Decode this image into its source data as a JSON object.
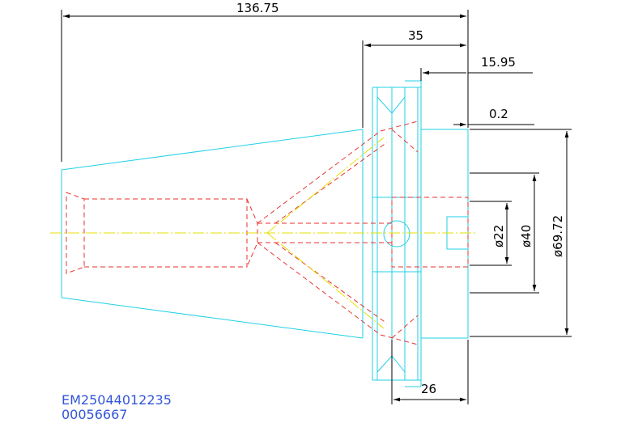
{
  "dimensions": {
    "overall_length": "136.75",
    "flange_width": "35",
    "shank_length": "15.95",
    "gap": "0.2",
    "bore_dia": "ø22",
    "pilot_dia": "ø40",
    "flange_dia": "ø69.72",
    "body_length": "26"
  },
  "part_info": {
    "code": "EM25044012235",
    "number": "00056667"
  },
  "colors": {
    "outline": "#1fd0e6",
    "hidden": "#e8322e",
    "centerline": "#e6e000",
    "dimension": "#000000",
    "annotation": "#3355d8"
  }
}
